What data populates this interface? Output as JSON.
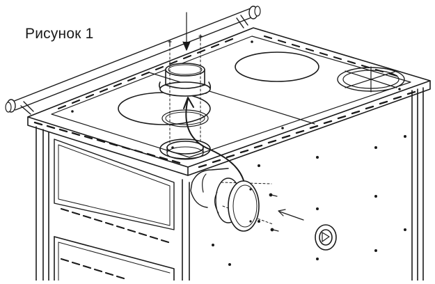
{
  "figure": {
    "caption": "Рисунок 1",
    "colors": {
      "line": "#1a1a1a",
      "paper": "#ffffff",
      "shade": "#e6e6e6"
    },
    "parts": [
      {
        "id": "stove-body",
        "icon": "stove-body-outline"
      },
      {
        "id": "cooktop-plate",
        "icon": "cooktop-plate"
      },
      {
        "id": "towel-rail",
        "icon": "towel-rail"
      },
      {
        "id": "flue-collar",
        "icon": "flue-collar"
      },
      {
        "id": "flue-opening-top",
        "icon": "ring-opening"
      },
      {
        "id": "cover-disk",
        "icon": "round-cover"
      },
      {
        "id": "rear-flue-outlet",
        "icon": "rear-outlet"
      },
      {
        "id": "hotplate-rings",
        "icon": "hotplate-ring"
      },
      {
        "id": "control-knob",
        "icon": "knob"
      }
    ]
  }
}
